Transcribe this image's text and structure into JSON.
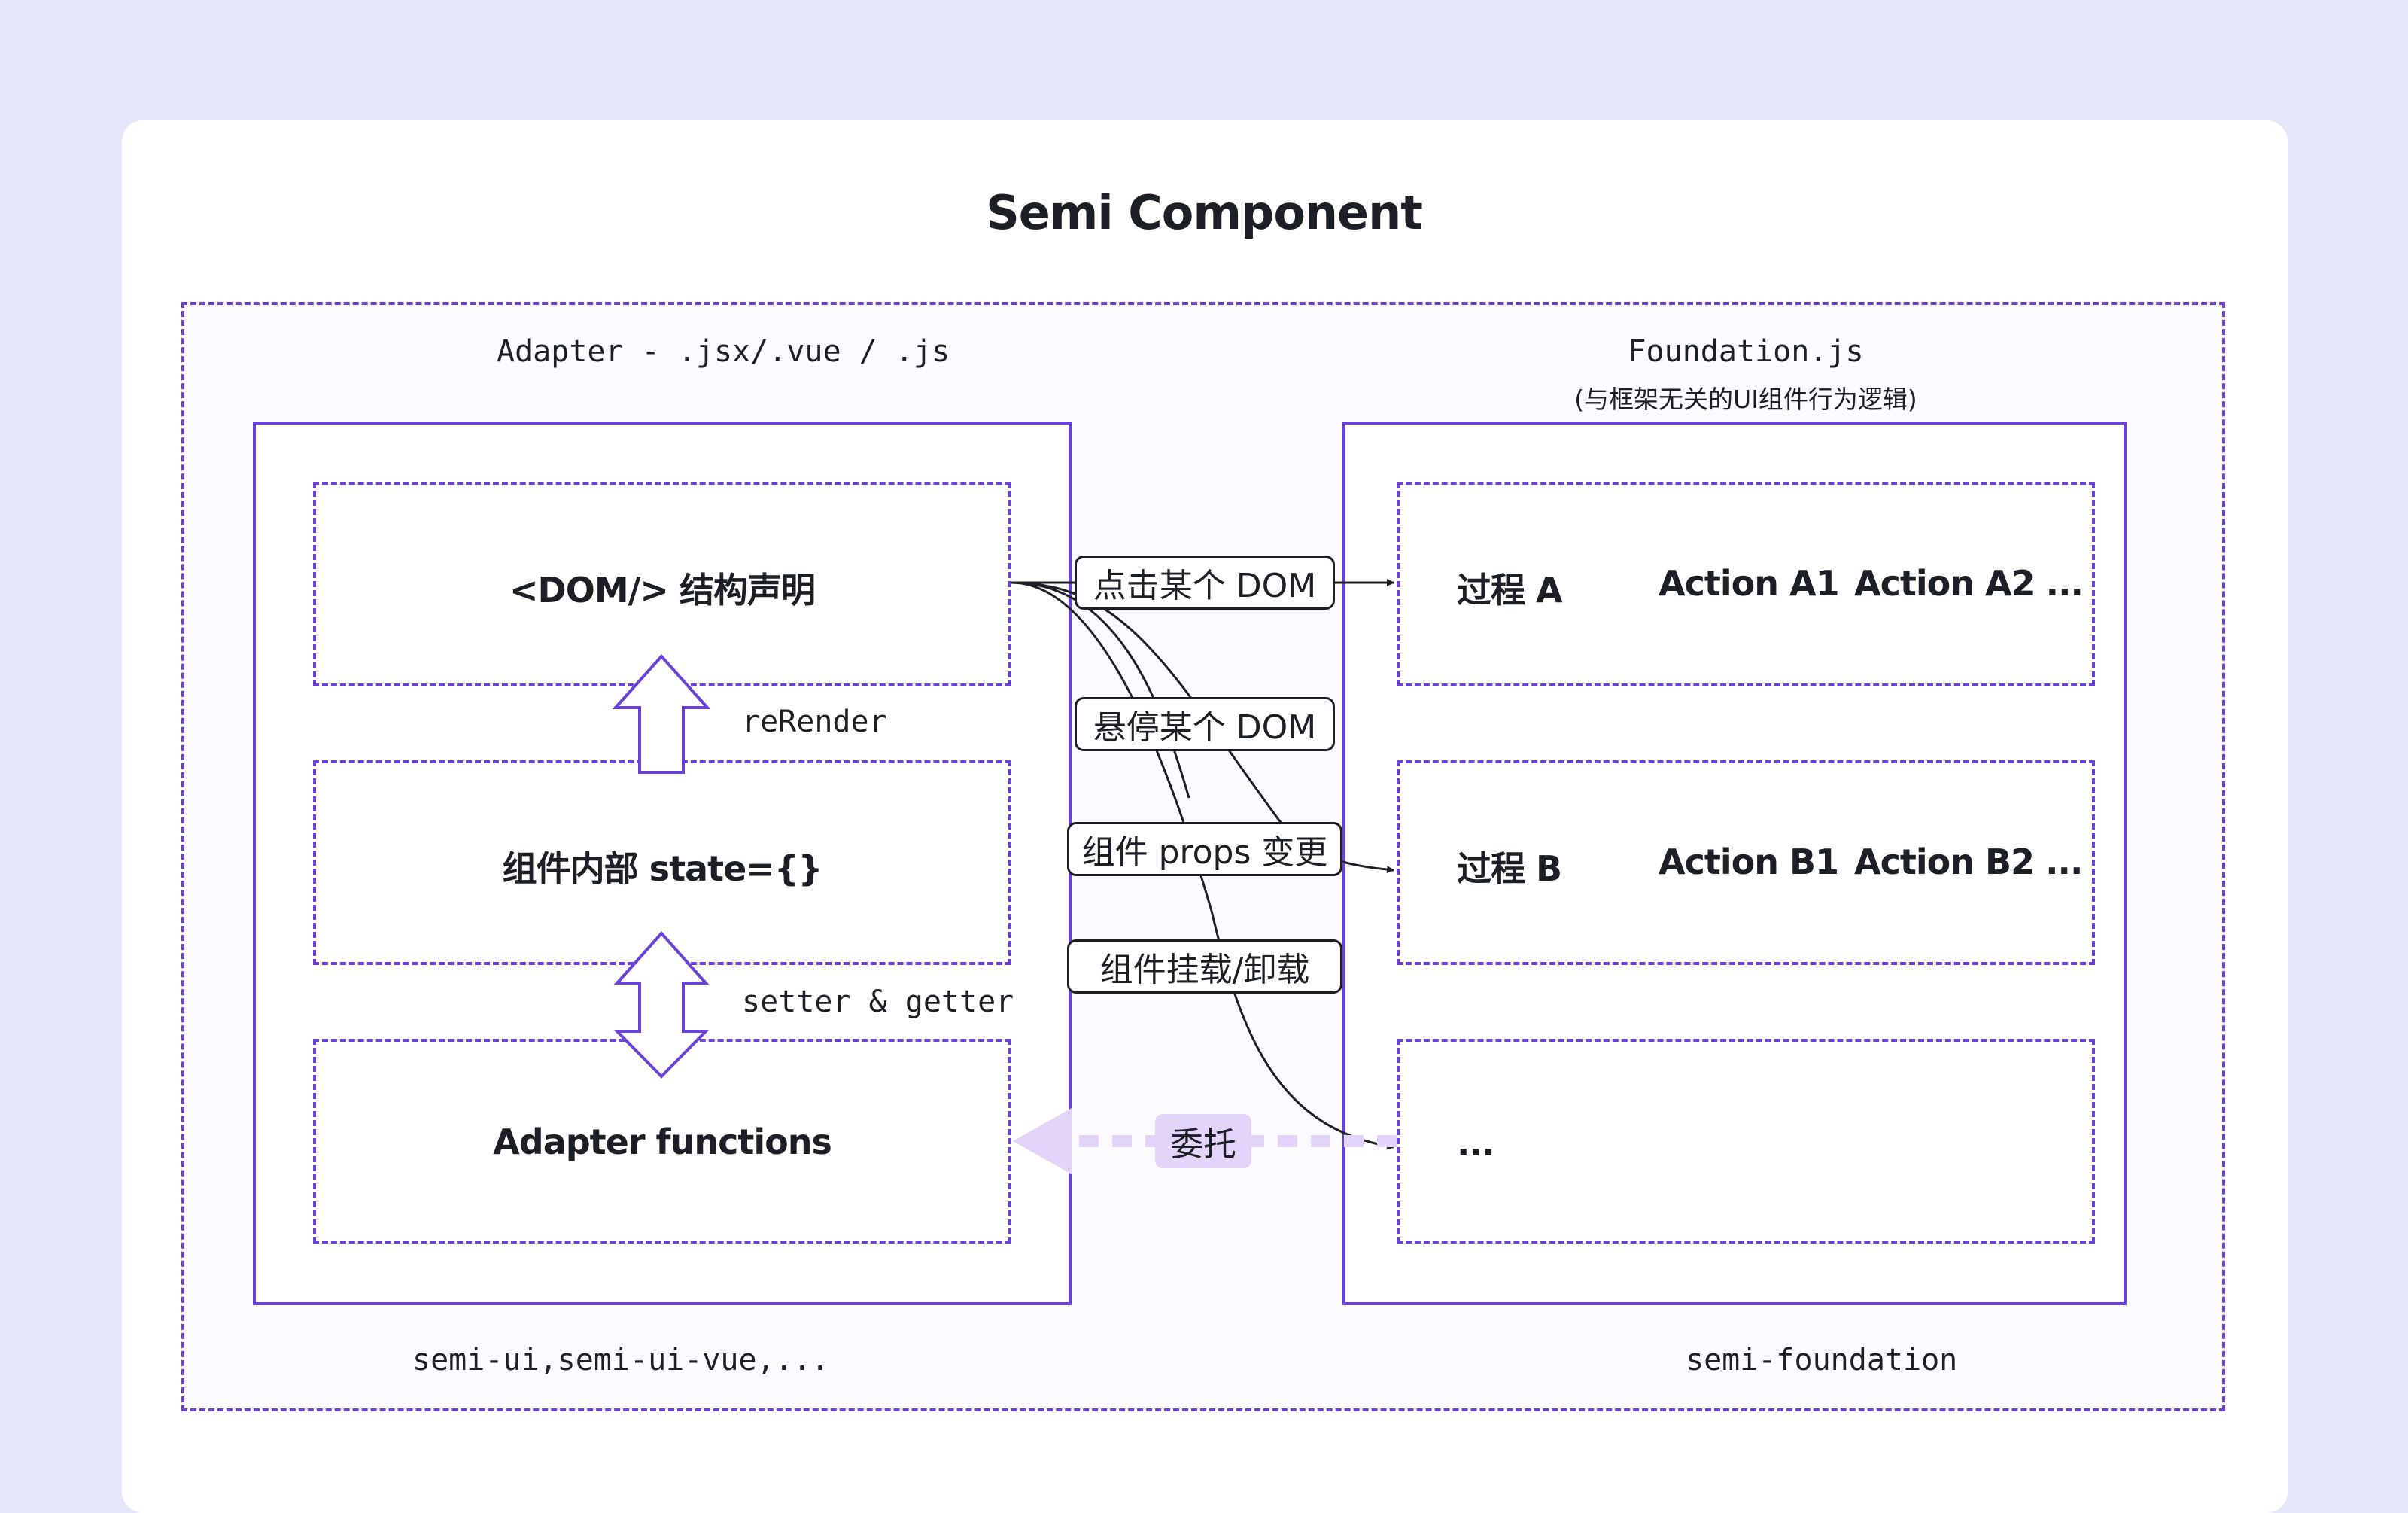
{
  "title": "Semi Component",
  "adapter": {
    "header": "Adapter - .jsx/.vue / .js",
    "footer": "semi-ui,semi-ui-vue,...",
    "blocks": {
      "dom": "<DOM/> 结构声明",
      "state": "组件内部 state={}",
      "functions": "Adapter functions"
    },
    "rerender": "reRender",
    "setter_getter": "setter & getter"
  },
  "foundation": {
    "header": "Foundation.js",
    "subheader": "(与框架无关的UI组件行为逻辑)",
    "footer": "semi-foundation",
    "rows": [
      {
        "process": "过程 A",
        "action1": "Action A1",
        "action2": "Action A2 ..."
      },
      {
        "process": "过程 B",
        "action1": "Action B1",
        "action2": "Action B2 ..."
      },
      {
        "process": "..."
      }
    ]
  },
  "events": {
    "click": "点击某个 DOM",
    "hover": "悬停某个 DOM",
    "props_change": "组件 props 变更",
    "mount": "组件挂载/卸载"
  },
  "delegate": "委托",
  "colors": {
    "border": "#6a43d6",
    "delegate_fill": "#e3d4f9",
    "background": "#e4e6f9"
  }
}
